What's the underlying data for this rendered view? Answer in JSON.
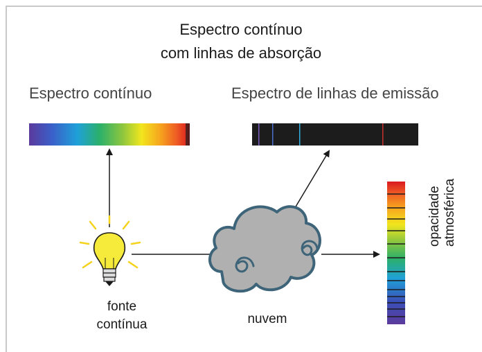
{
  "title": {
    "line1": "Espectro contínuo",
    "line2": "com linhas de absorção"
  },
  "labels": {
    "continuous_spectrum": "Espectro contínuo",
    "emission_spectrum": "Espectro de linhas de emissão",
    "source_line1": "fonte",
    "source_line2": "contínua",
    "cloud": "nuvem",
    "opacity_line1": "opacidade",
    "opacity_line2": "atmosférica"
  },
  "icons": [
    "light-bulb-icon",
    "cloud-icon"
  ],
  "colors": {
    "spectrum": [
      "#5b3a9c",
      "#3a5fc8",
      "#1fa0d8",
      "#2bb06a",
      "#8cc63f",
      "#f2e61d",
      "#f6a21e",
      "#ee5a24",
      "#d9181f"
    ],
    "emission_bg": "#1c1c1c",
    "emission_lines": [
      "#7b5cc0",
      "#4a6fd0",
      "#2fb0e0",
      "#c83030"
    ],
    "cloud_fill": "#b0b0b0",
    "cloud_stroke": "#3d6478",
    "bulb": "#f6ea3a"
  }
}
